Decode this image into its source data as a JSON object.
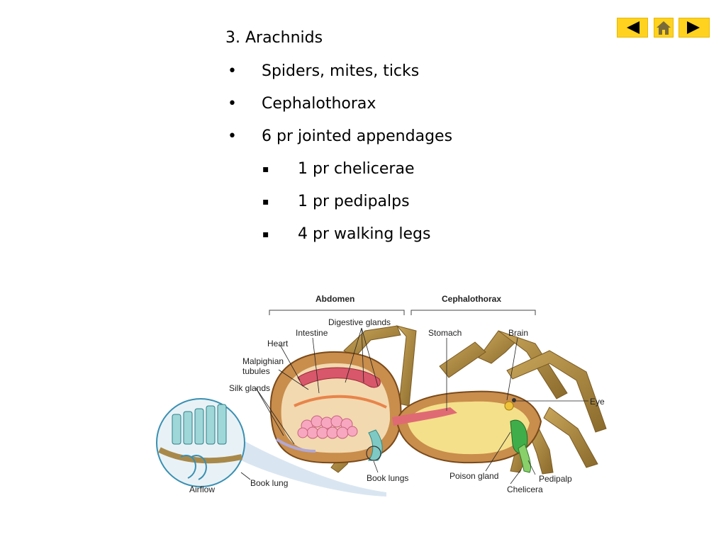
{
  "nav": {
    "prev": "previous-slide",
    "home": "home",
    "next": "next-slide"
  },
  "slide": {
    "title": "3. Arachnids",
    "bullets": [
      {
        "marker": "•",
        "text": "Spiders, mites, ticks"
      },
      {
        "marker": "•",
        "text": "Cephalothorax"
      },
      {
        "marker": "•",
        "text": "6 pr jointed appendages"
      },
      {
        "marker": "▪",
        "text": "1 pr chelicerae"
      },
      {
        "marker": "▪",
        "text": "1 pr pedipalps"
      },
      {
        "marker": "▪",
        "text": "4 pr walking legs"
      }
    ]
  },
  "diagram": {
    "regions": {
      "abdomen": "Abdomen",
      "cephalothorax": "Cephalothorax"
    },
    "labels": {
      "digestive_glands": "Digestive glands",
      "intestine": "Intestine",
      "heart": "Heart",
      "malpighian_1": "Malpighian",
      "malpighian_2": "tubules",
      "silk_glands": "Silk glands",
      "stomach": "Stomach",
      "brain": "Brain",
      "eye": "Eye",
      "book_lungs": "Book lungs",
      "poison_gland": "Poison gland",
      "pedipalp": "Pedipalp",
      "chelicera": "Chelicera",
      "book_lung": "Book lung",
      "airflow": "Airflow"
    }
  }
}
